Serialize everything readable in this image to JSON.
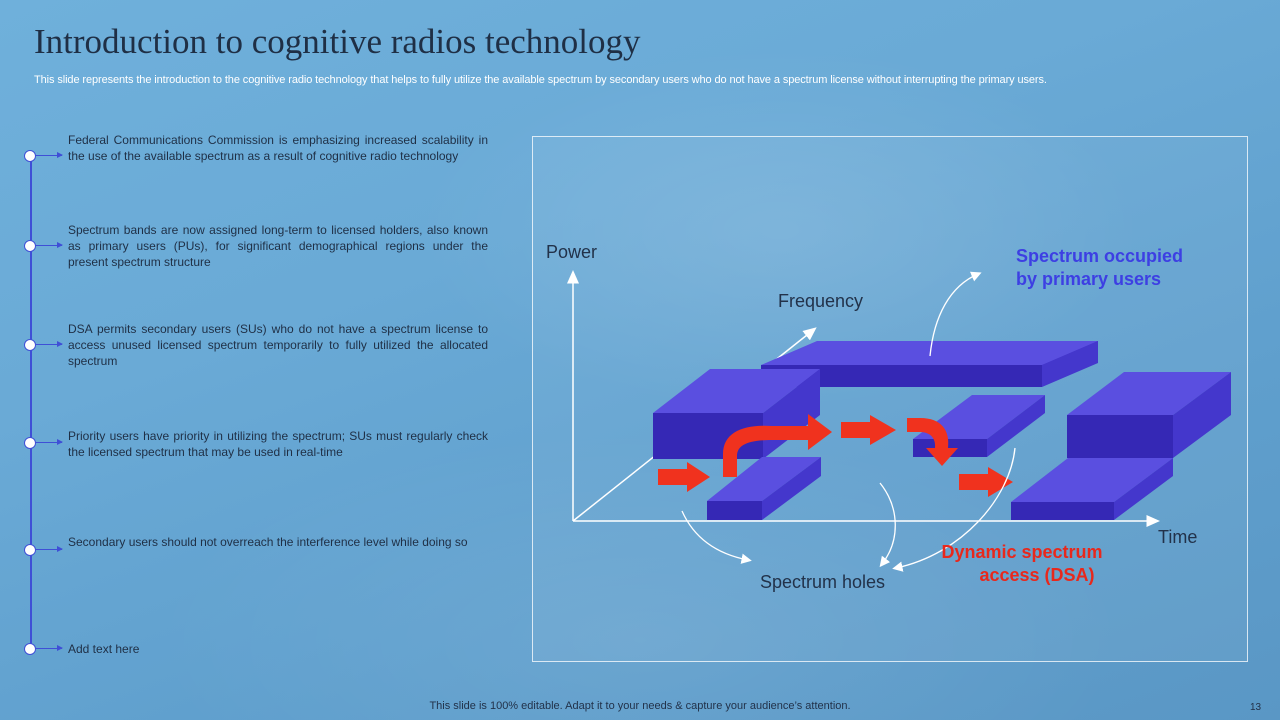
{
  "slide": {
    "title": "Introduction to cognitive radios technology",
    "subtitle": "This slide represents the introduction to the cognitive radio technology that helps to fully utilize the available spectrum by secondary users who do not have a spectrum license without interrupting the primary users.",
    "footer": "This slide is 100% editable. Adapt it to your needs & capture your audience’s attention.",
    "page_number": "13"
  },
  "timeline": {
    "items": [
      {
        "text": "Federal Communications Commission is emphasizing increased scalability in the use of the available  spectrum as a result of cognitive radio technology"
      },
      {
        "text": "Spectrum bands are now assigned long-term to licensed holders, also known as primary users (PUs), for significant demographical regions under the present spectrum structure"
      },
      {
        "text": "DSA permits secondary users (SUs) who do not have  a spectrum license to access unused licensed spectrum temporarily to fully utilized the allocated spectrum"
      },
      {
        "text": "Priority users have  priority in utilizing the spectrum; SUs must regularly check the licensed spectrum that may be used in real-time"
      },
      {
        "text": "Secondary users should not overreach  the interference  level while doing so"
      },
      {
        "text": "Add text here"
      }
    ]
  },
  "diagram": {
    "power_label": "Power",
    "frequency_label": "Frequency",
    "time_label": "Time",
    "occupied_label_line1": "Spectrum occupied",
    "occupied_label_line2": "by primary users",
    "holes_label": "Spectrum holes",
    "dsa_label_line1": "Dynamic spectrum",
    "dsa_label_line2": "access (DSA)",
    "colors": {
      "block_top": "#5a4fe0",
      "block_front": "#3528b5",
      "block_side": "#4437cc",
      "arrow_red": "#f0321e",
      "occupied_text": "#3d3fe3",
      "dsa_text": "#e8281c"
    }
  }
}
